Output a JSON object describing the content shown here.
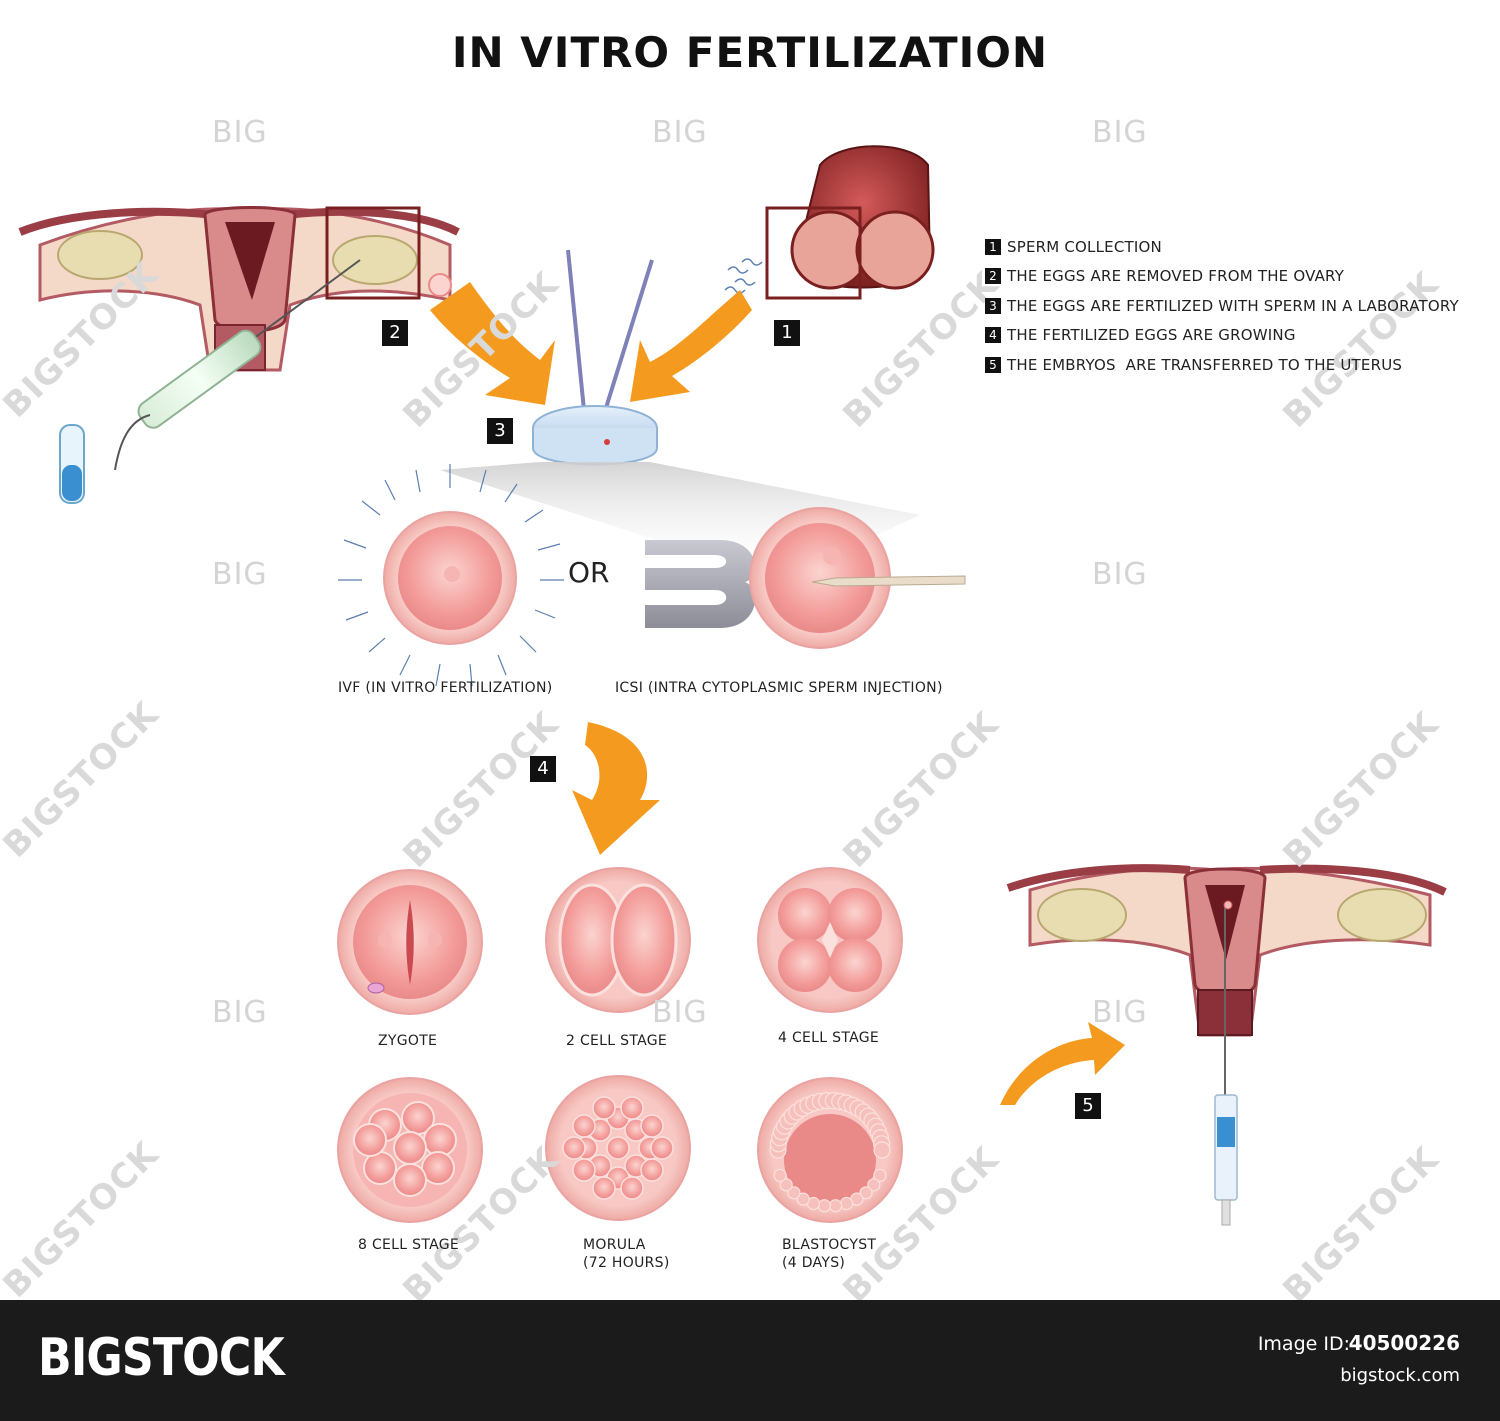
{
  "title": "IN VITRO FERTILIZATION",
  "legend": [
    {
      "num": "1",
      "text": "SPERM COLLECTION"
    },
    {
      "num": "2",
      "text": "THE EGGS ARE REMOVED FROM THE OVARY"
    },
    {
      "num": "3",
      "text": "THE EGGS ARE FERTILIZED WITH SPERM IN A LABORATORY"
    },
    {
      "num": "4",
      "text": "THE FERTILIZED EGGS ARE GROWING"
    },
    {
      "num": "5",
      "text": "THE EMBRYOS  ARE TRANSFERRED TO THE UTERUS"
    }
  ],
  "steps": {
    "s1": "1",
    "s2": "2",
    "s3": "3",
    "s4": "4",
    "s5": "5"
  },
  "methods": {
    "or": "OR",
    "ivf": "IVF (IN VITRO FERTILIZATION)",
    "icsi": "ICSI (INTRA CYTOPLASMIC SPERM INJECTION)"
  },
  "stages": {
    "zygote": "ZYGOTE",
    "two_cell": "2 CELL STAGE",
    "four_cell": "4 CELL STAGE",
    "eight_cell": "8 CELL STAGE",
    "morula": "MORULA\n(72 HOURS)",
    "blastocyst": "BLASTOCYST\n(4 DAYS)"
  },
  "watermarks": {
    "big": "BIG",
    "bigstock": "BIGSTOCK"
  },
  "footer": {
    "brand": "BIGSTOCK",
    "image_id_label": "Image ID:",
    "image_id": "40500226",
    "url": "bigstock.com"
  },
  "colors": {
    "arrow": "#f49a1f",
    "uterus": "#b35a62",
    "tissue": "#f4d8c8",
    "ovary": "#e8ddb0",
    "cell": "#f2a6a6",
    "cell_ring": "#f7c6c2"
  }
}
